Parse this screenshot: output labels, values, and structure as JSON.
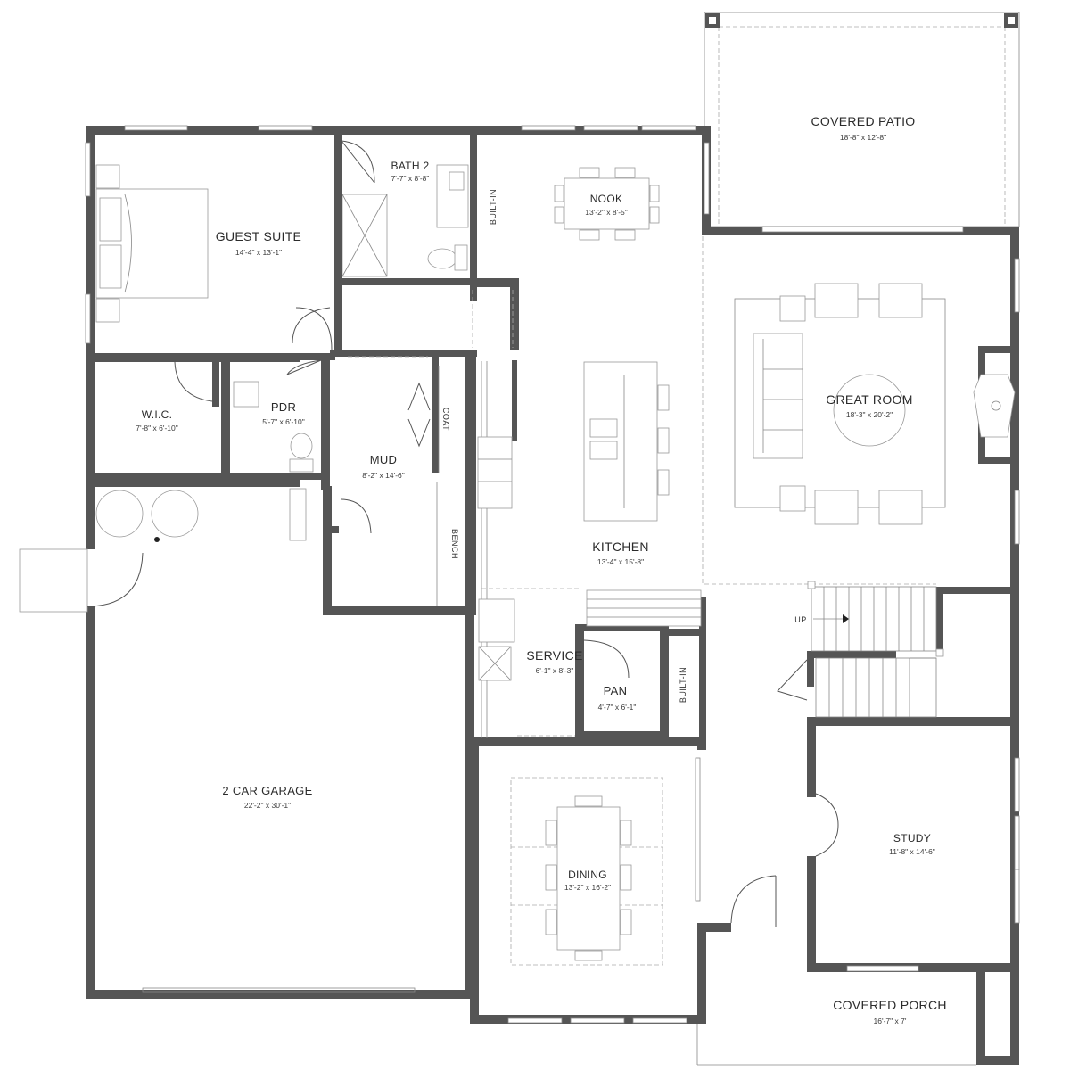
{
  "plan": {
    "rooms": {
      "covered_patio": {
        "name": "COVERED PATIO",
        "dims": "18'-8\" x 12'-8\""
      },
      "guest_suite": {
        "name": "GUEST SUITE",
        "dims": "14'-4\" x 13'-1\""
      },
      "bath2": {
        "name": "BATH 2",
        "dims": "7'-7\" x 8'-8\""
      },
      "nook": {
        "name": "NOOK",
        "dims": "13'-2\" x 8'-5\""
      },
      "great_room": {
        "name": "GREAT ROOM",
        "dims": "18'-3\" x 20'-2\""
      },
      "wic": {
        "name": "W.I.C.",
        "dims": "7'-8\" x 6'-10\""
      },
      "pdr": {
        "name": "PDR",
        "dims": "5'-7\" x 6'-10\""
      },
      "mud": {
        "name": "MUD",
        "dims": "8'-2\" x 14'-6\""
      },
      "kitchen": {
        "name": "KITCHEN",
        "dims": "13'-4\" x 15'-8\""
      },
      "service": {
        "name": "SERVICE",
        "dims": "6'-1\" x 8'-3\""
      },
      "pan": {
        "name": "PAN",
        "dims": "4'-7\" x 6'-1\""
      },
      "garage": {
        "name": "2 CAR GARAGE",
        "dims": "22'-2\" x 30'-1\""
      },
      "dining": {
        "name": "DINING",
        "dims": "13'-2\" x 16'-2\""
      },
      "study": {
        "name": "STUDY",
        "dims": "11'-8\" x 14'-6\""
      },
      "covered_porch": {
        "name": "COVERED PORCH",
        "dims": "16'-7\" x 7'"
      }
    },
    "labels": {
      "builtin_top": "BUILT-IN",
      "builtin_lower": "BUILT-IN",
      "coat": "COAT",
      "bench": "BENCH",
      "up": "UP"
    }
  }
}
